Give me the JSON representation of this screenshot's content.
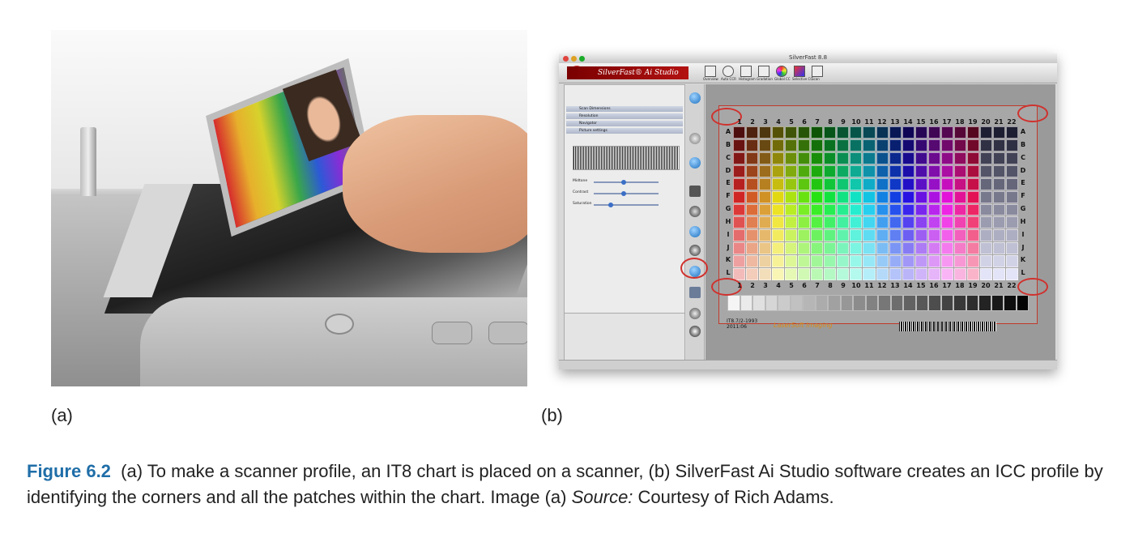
{
  "panels": {
    "a": {
      "label": "(a)"
    },
    "b": {
      "label": "(b)",
      "window_title": "SilverFast 8.8",
      "brand": "SilverFast® Ai Studio",
      "toolbar_labels": [
        "Overview",
        "Auto CCR",
        "Histogram",
        "Gradation",
        "Global CC",
        "Selective CC",
        "Scan"
      ],
      "column_numbers": [
        "1",
        "2",
        "3",
        "4",
        "5",
        "6",
        "7",
        "8",
        "9",
        "10",
        "11",
        "12",
        "13",
        "14",
        "15",
        "16",
        "17",
        "18",
        "19",
        "20",
        "21",
        "22"
      ],
      "row_letters": [
        "A",
        "B",
        "C",
        "D",
        "E",
        "F",
        "G",
        "H",
        "I",
        "J",
        "K",
        "L"
      ],
      "it8_label_line1": "IT8.7/2-1993",
      "it8_label_line2": "2011:06",
      "vendor_logo": "LaserSoft Imaging",
      "slider_labels": [
        "Midtone",
        "Contrast",
        "Saturation"
      ],
      "panel_rows": [
        "Scan Dimensions",
        "Resolution",
        "Navigator",
        "Picture settings"
      ]
    }
  },
  "caption": {
    "figure_label": "Figure 6.2",
    "text_part1": "(a) To make a scanner profile, an IT8 chart is placed on a scanner, (b) SilverFast Ai Studio software creates an ICC profile by identifying the corners and all the patches within the chart. Image (a) ",
    "source_label": "Source:",
    "text_part2": " Courtesy of Rich Adams."
  },
  "colors": {
    "figure_label": "#1f6ea8",
    "corner_markers": "#d0312d"
  }
}
